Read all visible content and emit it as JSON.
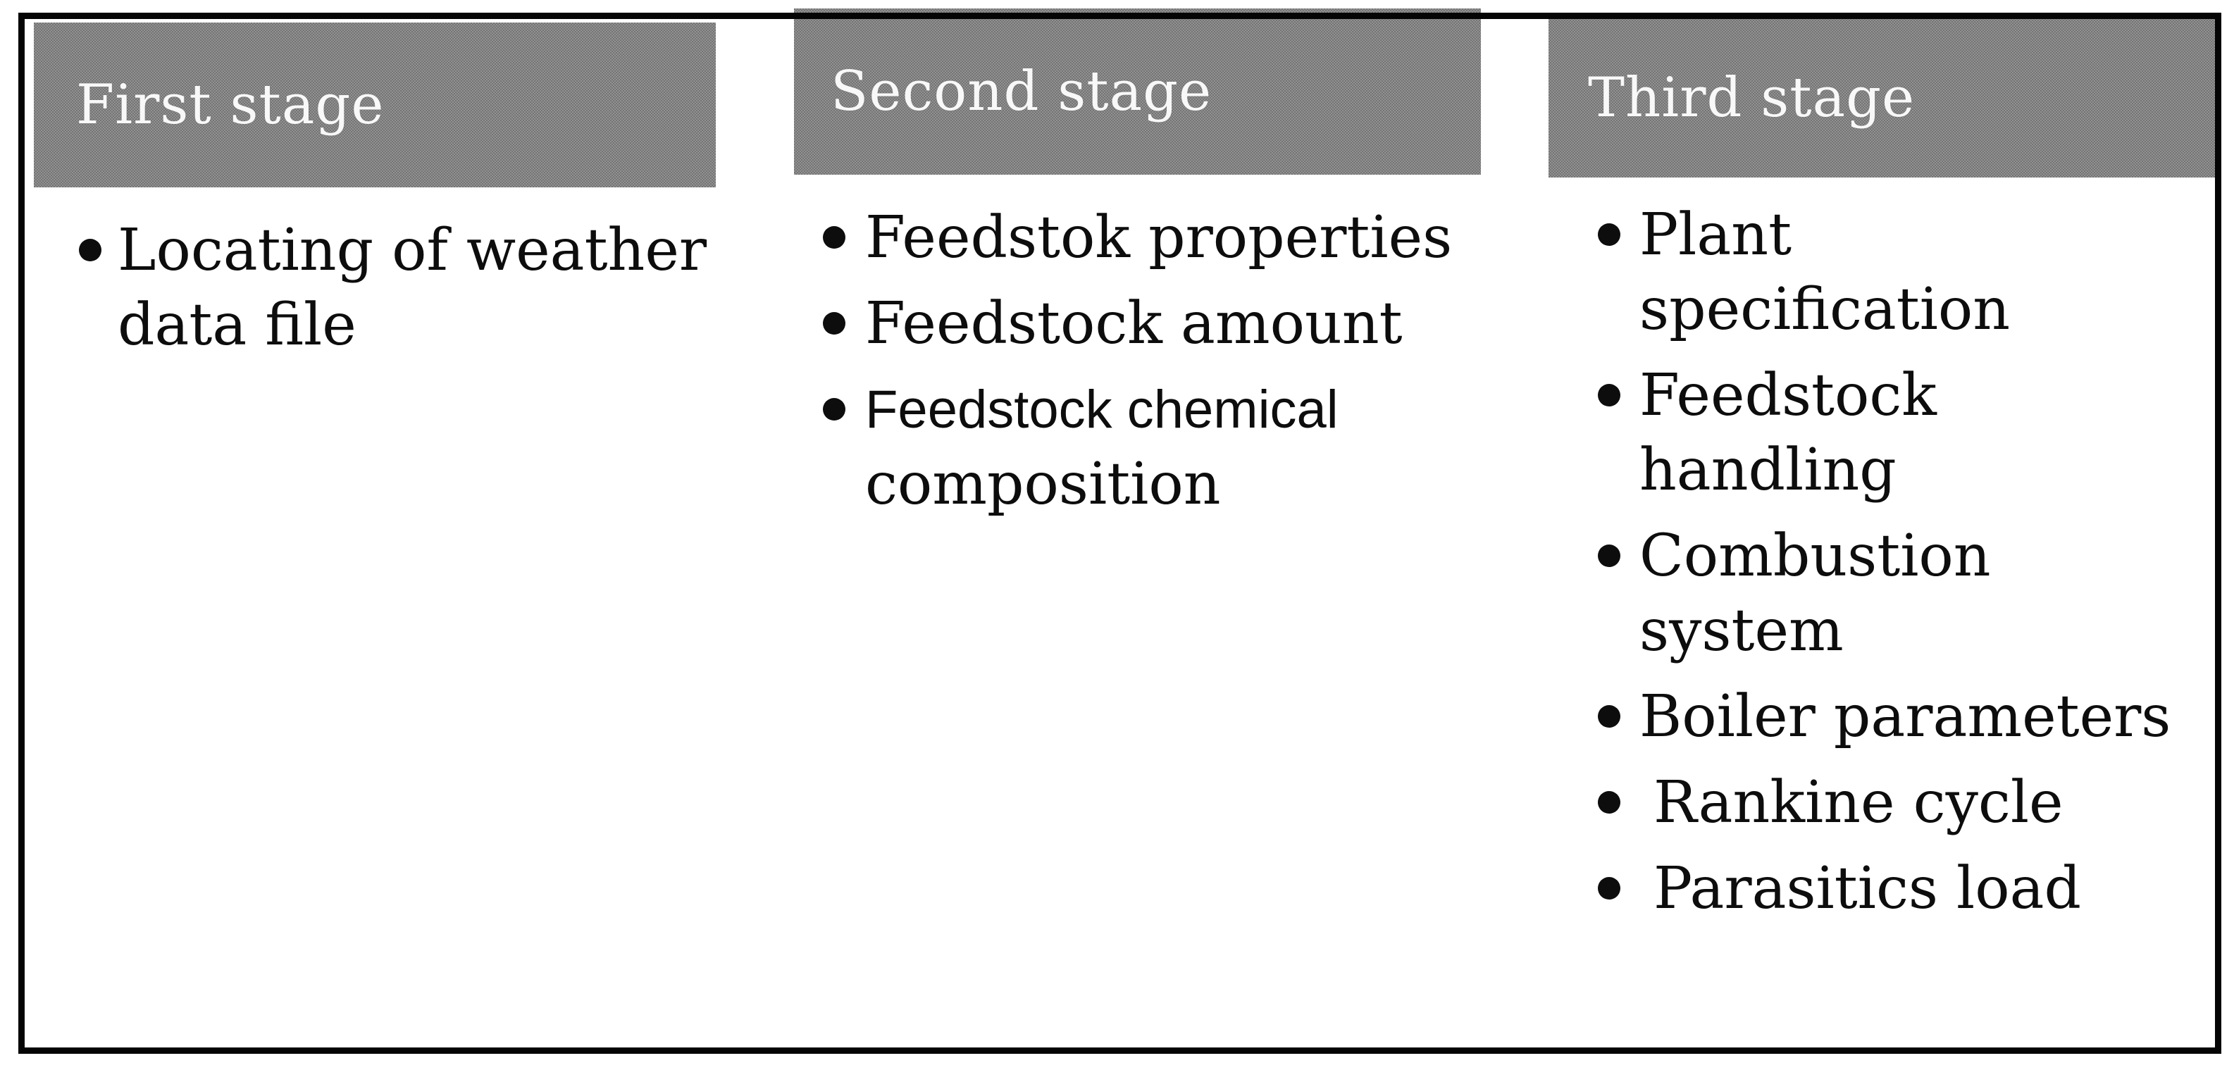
{
  "figure": {
    "kind": "three-stage process diagram",
    "bullet_icon": "filled-circle",
    "colors": {
      "header_bg": "#848484",
      "header_text": "#f8f8f8",
      "body_text": "#0d0d0d",
      "frame": "#050505",
      "background": "#ffffff"
    },
    "columns": [
      {
        "header": "First stage",
        "items": [
          {
            "lines": [
              "Locating of weather",
              "data file"
            ]
          }
        ]
      },
      {
        "header": "Second stage",
        "items": [
          {
            "lines": [
              "Feedstok properties"
            ]
          },
          {
            "lines": [
              "Feedstock amount"
            ]
          },
          {
            "lines": [
              "Feedstock chemical",
              "composition"
            ]
          }
        ]
      },
      {
        "header": "Third stage",
        "items": [
          {
            "lines": [
              "Plant",
              "specification"
            ]
          },
          {
            "lines": [
              "Feedstock",
              "handling"
            ]
          },
          {
            "lines": [
              "Combustion",
              "system"
            ]
          },
          {
            "lines": [
              "Boiler parameters"
            ]
          },
          {
            "lines": [
              "Rankine cycle"
            ]
          },
          {
            "lines": [
              "Parasitics load"
            ]
          }
        ]
      }
    ]
  }
}
